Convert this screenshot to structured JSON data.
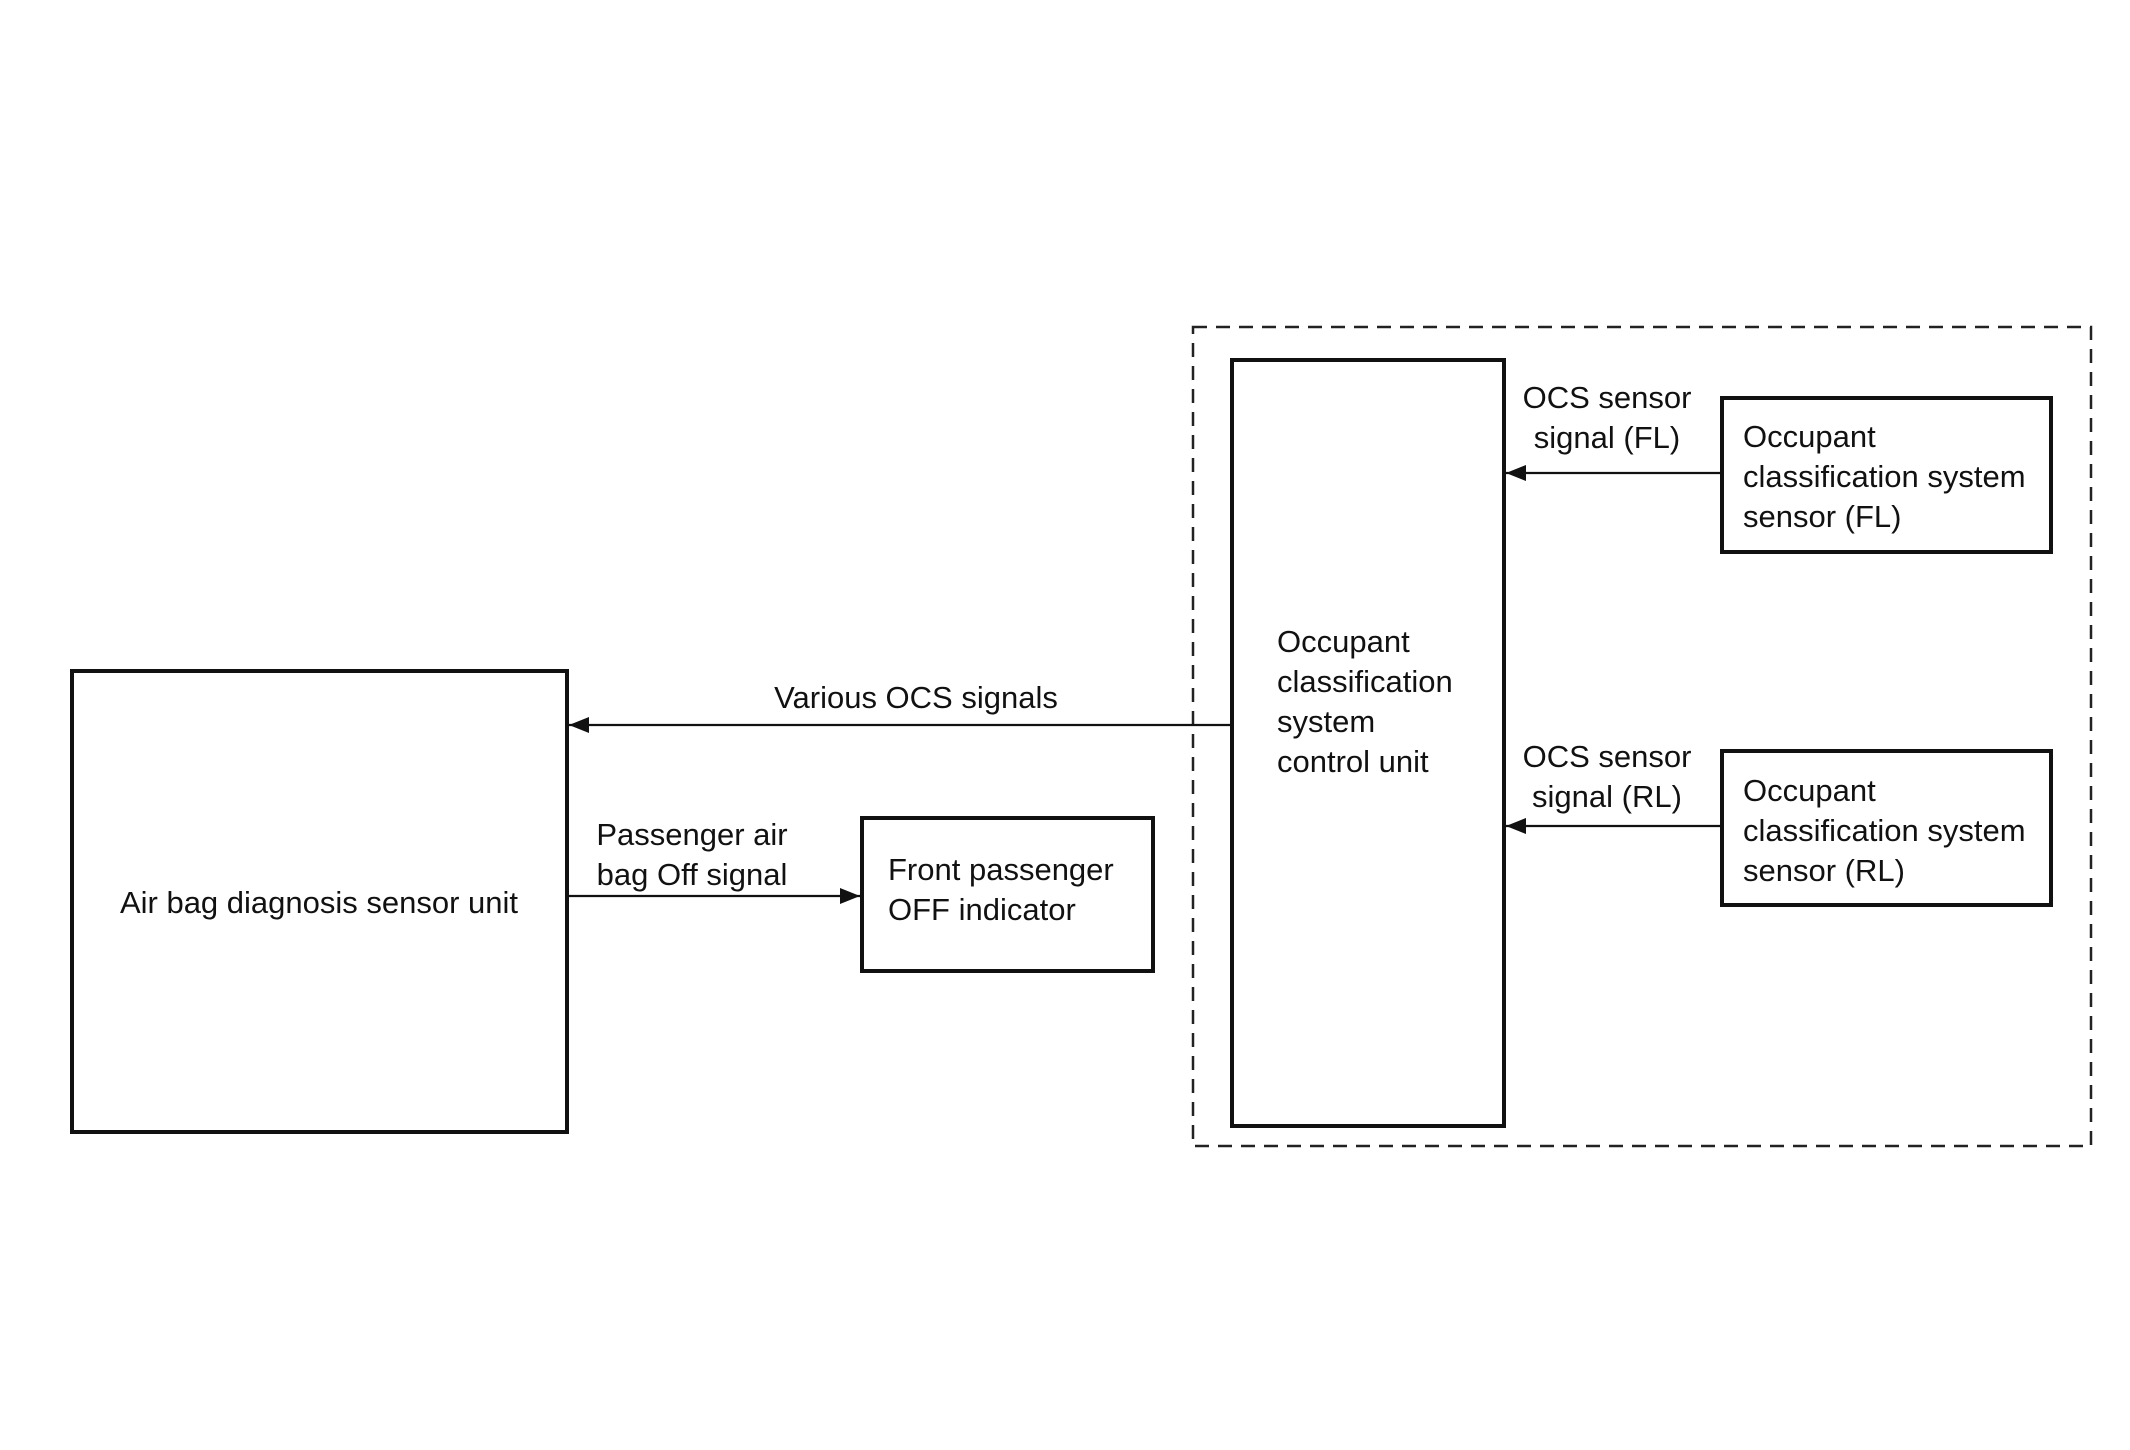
{
  "diagram": {
    "airbag_unit": {
      "label": "Air bag diagnosis sensor unit"
    },
    "indicator": {
      "lines": [
        "Front passenger",
        "OFF indicator"
      ]
    },
    "control_unit": {
      "lines": [
        "Occupant",
        "classification",
        "system",
        "control unit"
      ]
    },
    "sensor_fl": {
      "lines": [
        "Occupant",
        "classification system",
        "sensor (FL)"
      ]
    },
    "sensor_rl": {
      "lines": [
        "Occupant",
        "classification system",
        "sensor (RL)"
      ]
    },
    "signal_various": {
      "label": "Various OCS signals"
    },
    "signal_passenger": {
      "lines": [
        "Passenger air",
        "bag Off signal"
      ]
    },
    "signal_fl": {
      "lines": [
        "OCS sensor",
        "signal (FL)"
      ]
    },
    "signal_rl": {
      "lines": [
        "OCS sensor",
        "signal (RL)"
      ]
    }
  },
  "colors": {
    "stroke": "#111111",
    "background": "#ffffff"
  }
}
